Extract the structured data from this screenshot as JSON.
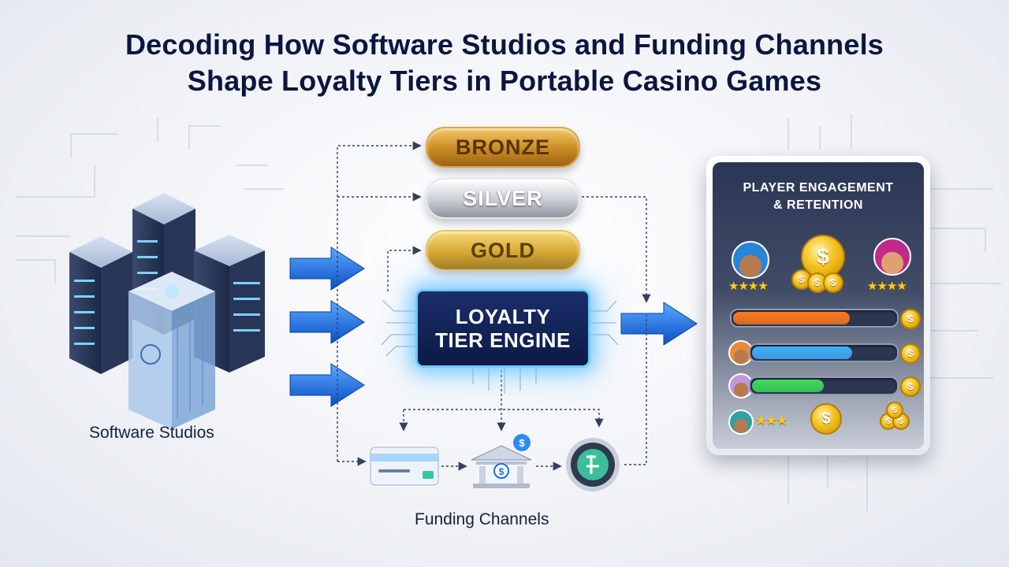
{
  "title": {
    "line1": "Decoding How Software Studios and Funding Channels",
    "line2": "Shape Loyalty Tiers in Portable Casino Games"
  },
  "studios": {
    "label": "Software Studios"
  },
  "funding": {
    "label": "Funding Channels",
    "channels": [
      {
        "name": "card",
        "icon": "credit-card-icon"
      },
      {
        "name": "bank",
        "icon": "bank-icon",
        "symbol": "$"
      },
      {
        "name": "crypto",
        "icon": "crypto-coin-icon"
      }
    ]
  },
  "tiers": [
    "BRONZE",
    "SILVER",
    "GOLD"
  ],
  "engine": {
    "line1": "LOYALTY",
    "line2": "TIER ENGINE"
  },
  "dashboard": {
    "title_line1": "PLAYER ENGAGEMENT",
    "title_line2": "& RETENTION",
    "coin_symbol": "$",
    "top_stars": [
      "★★★★",
      "★★★★"
    ],
    "bottom_stars": "★★★",
    "progress": [
      0.72,
      0.7,
      0.5
    ],
    "progress_colors": [
      "#ff7a1a",
      "#3fb0ff",
      "#3ddc5a"
    ]
  },
  "colors": {
    "arrow": "#1e6fe0",
    "dotted": "#33405e"
  }
}
